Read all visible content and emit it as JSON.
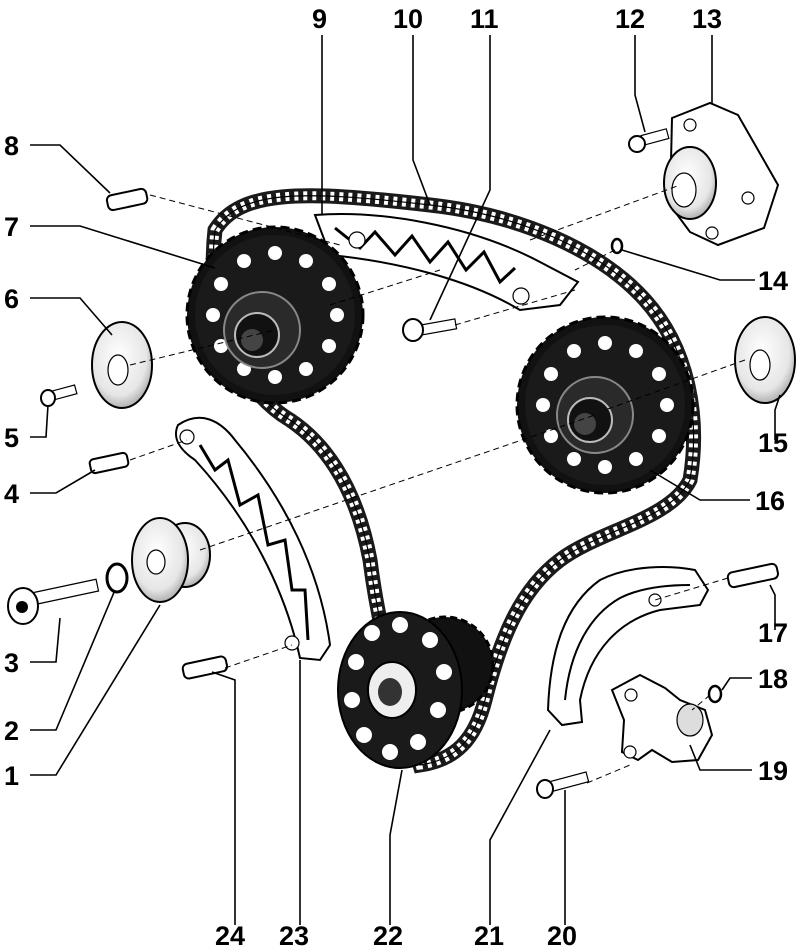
{
  "diagram": {
    "colors": {
      "ink": "#000000",
      "part_fill": "#ffffff",
      "part_shade": "#b8b8b8",
      "part_dark": "#2a2a2a"
    },
    "callouts": {
      "c1": "1",
      "c2": "2",
      "c3": "3",
      "c4": "4",
      "c5": "5",
      "c6": "6",
      "c7": "7",
      "c8": "8",
      "c9": "9",
      "c10": "10",
      "c11": "11",
      "c12": "12",
      "c13": "13",
      "c14": "14",
      "c15": "15",
      "c16": "16",
      "c17": "17",
      "c18": "18",
      "c19": "19",
      "c20": "20",
      "c21": "21",
      "c22": "22",
      "c23": "23",
      "c24": "24"
    }
  }
}
